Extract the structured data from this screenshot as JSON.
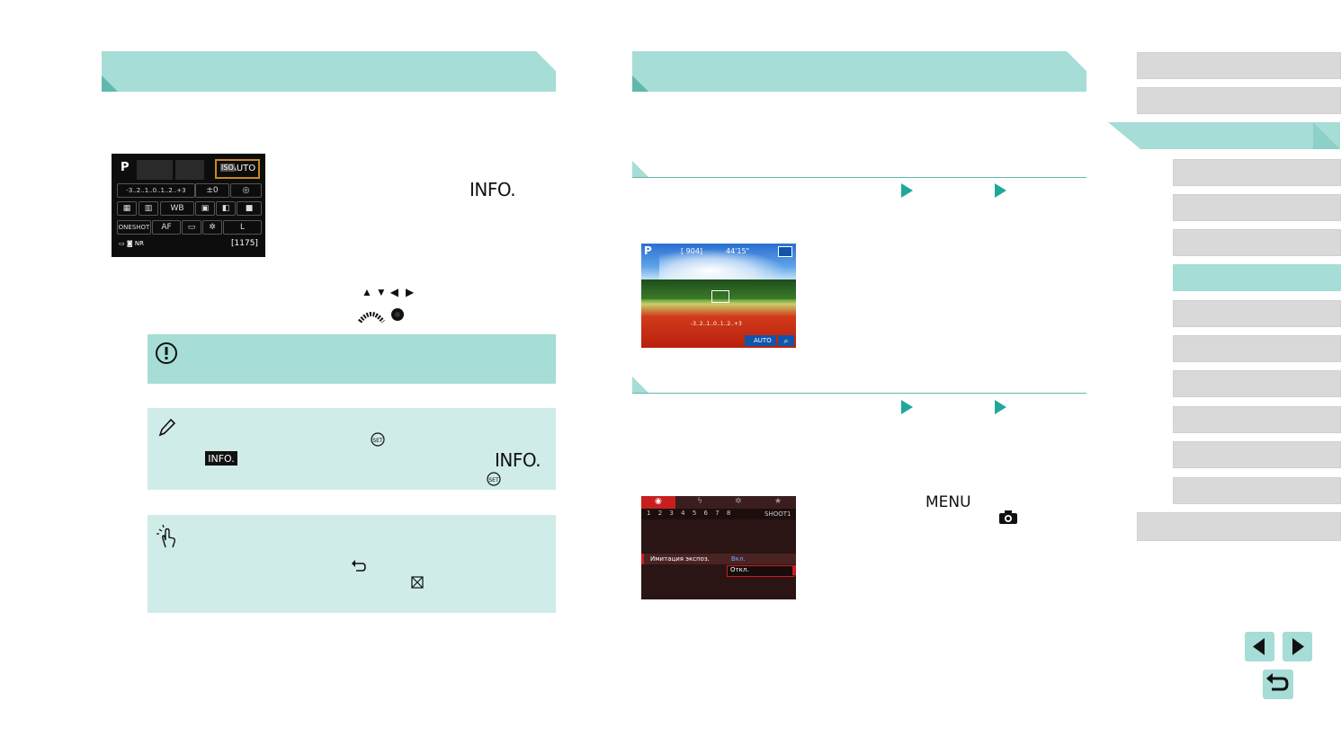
{
  "screen1": {
    "mode": "P",
    "iso": "AUTO",
    "exposure_scale": "-3..2..1..0..1..2..+3",
    "exposure_comp": "±0",
    "af_operation": "ONESHOT",
    "drive": "AF",
    "wb": "WB",
    "shots_remaining": "[1175]",
    "quality": "L"
  },
  "screen2": {
    "mode": "P",
    "shots": "[ 904]",
    "time": "44'15\"",
    "scale": "-3..2..1..0..1..2..+3",
    "iso": "AUTO"
  },
  "menu_screen": {
    "tabs": [
      "1",
      "2",
      "3",
      "4",
      "5",
      "6",
      "7",
      "8"
    ],
    "tab_name": "SHOOT1",
    "item_label": "Имитация экспоз.",
    "option_on": "Вкл.",
    "option_off": "Откл."
  },
  "inline": {
    "info_label": "INFO.",
    "menu_label": "MENU"
  },
  "colors": {
    "banner": "#a6ddd6",
    "accent": "#1fa89a",
    "nav_gray": "#d9d9d9",
    "nav_active": "#a6ddd6"
  },
  "nav": {
    "top_items": 2,
    "active_chapter_index": 2,
    "sub_items": 10,
    "active_sub_index": 3
  }
}
